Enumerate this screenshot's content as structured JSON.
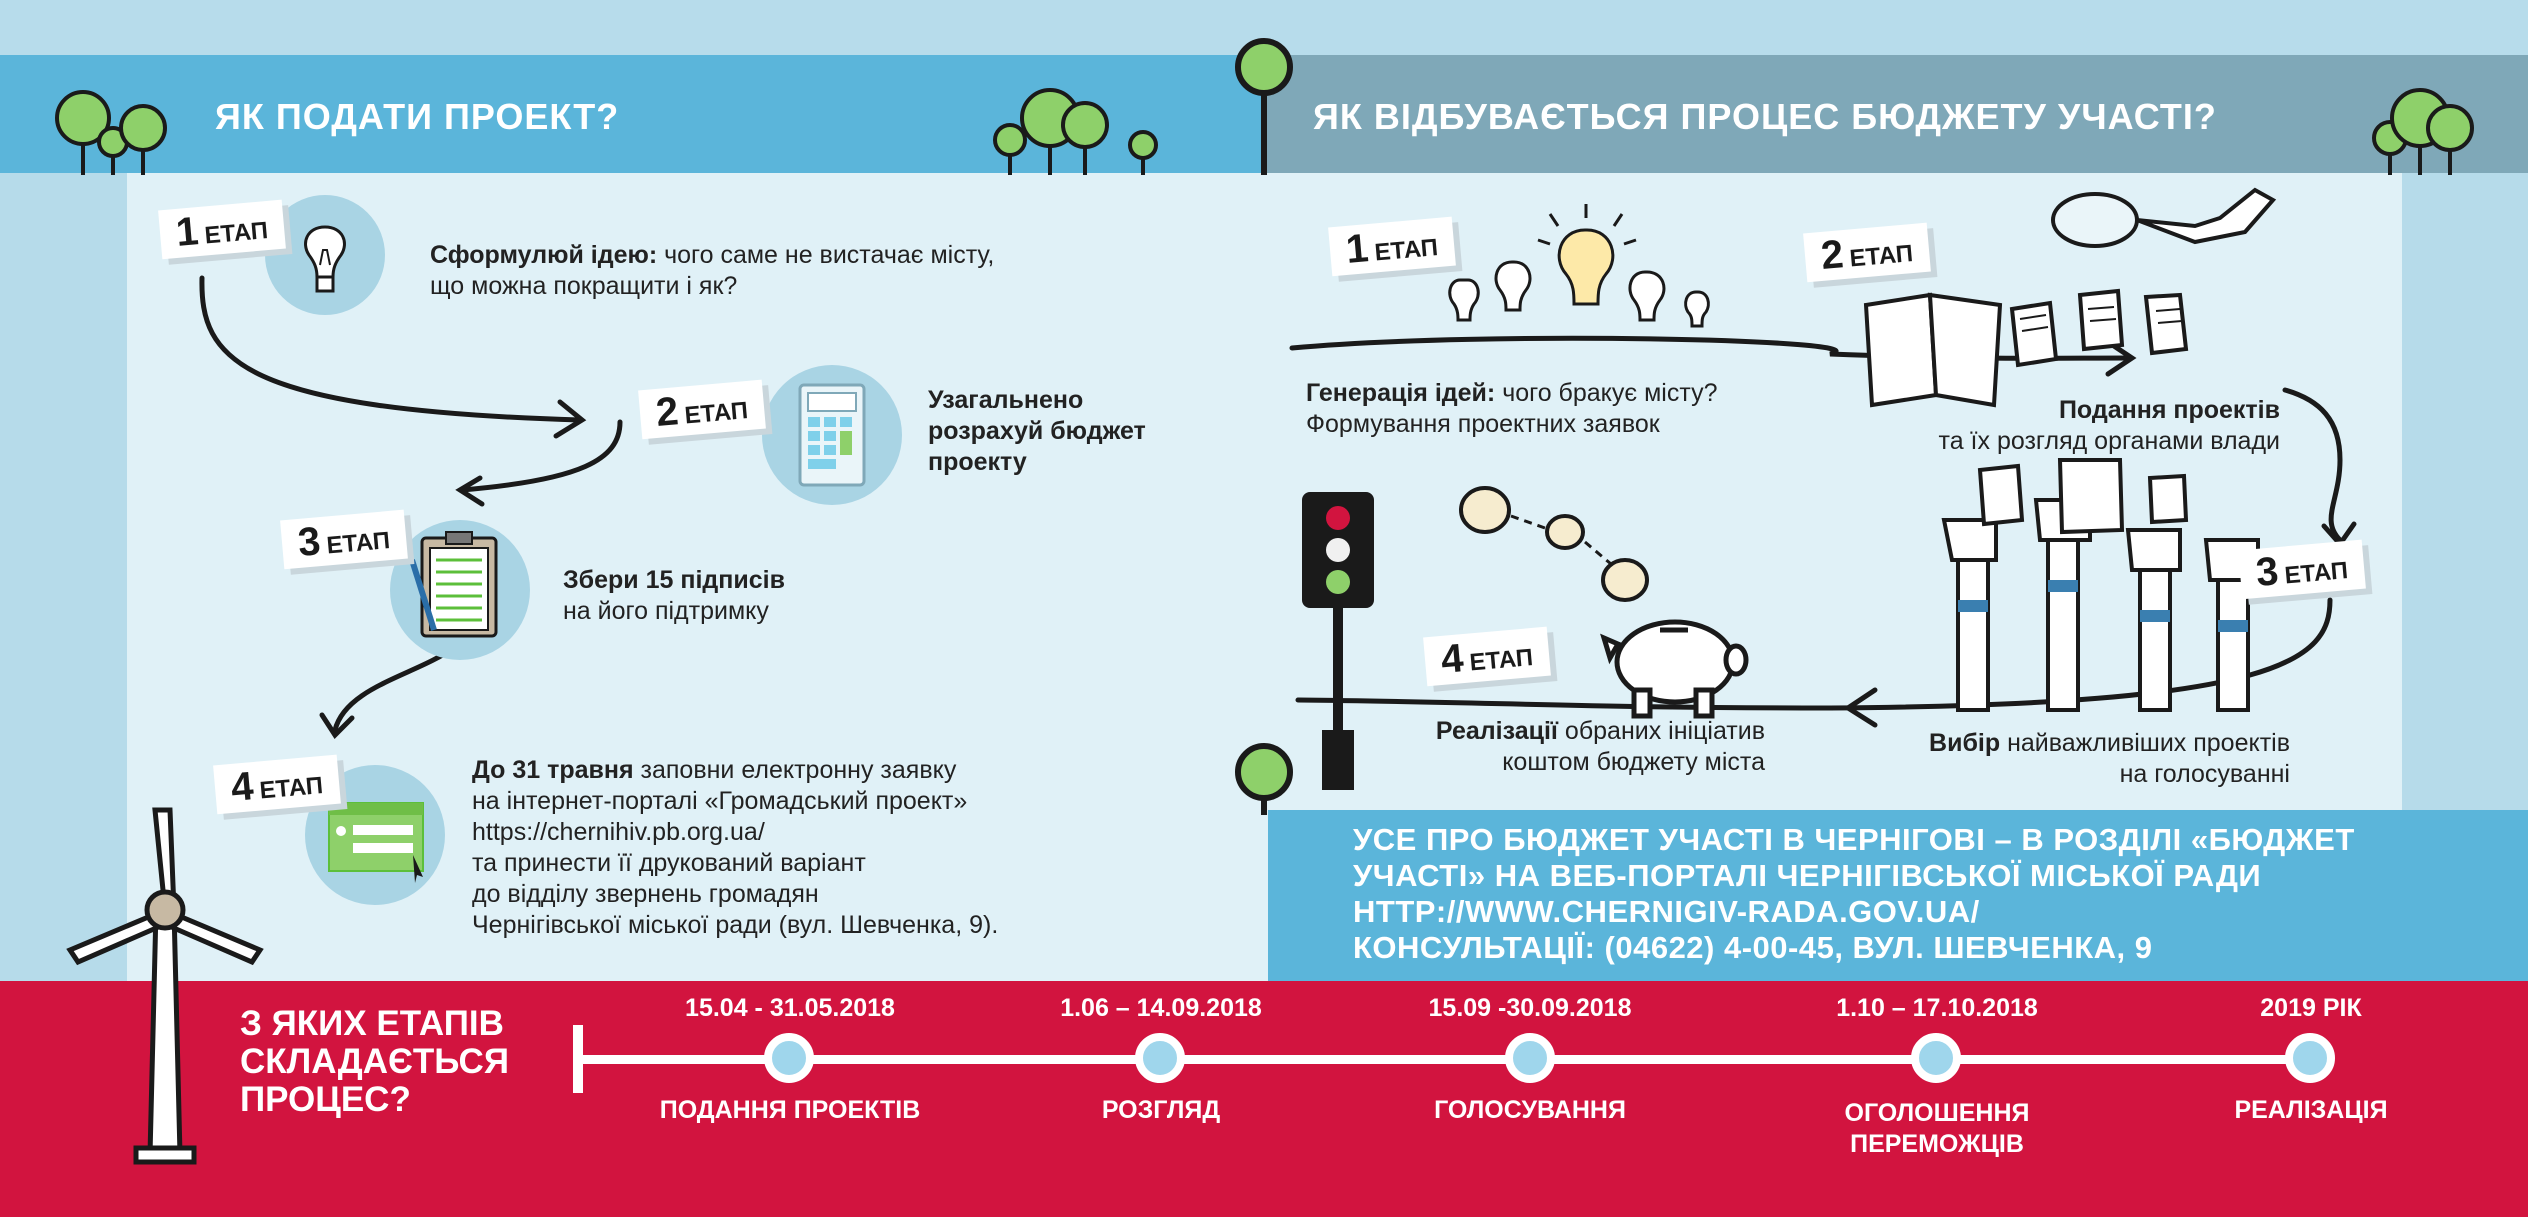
{
  "left_header": {
    "title": "ЯК ПОДАТИ ПРОЕКТ?"
  },
  "right_header": {
    "title": "ЯК ВІДБУВАЄТЬСЯ ПРОЦЕС БЮДЖЕТУ УЧАСТІ?"
  },
  "stage_word": "ЕТАП",
  "left_steps": [
    {
      "num": "1",
      "bold": "Сформулюй ідею:",
      "line1": " чого саме не вистачає місту,",
      "line2": "що можна покращити і як?"
    },
    {
      "num": "2",
      "line1": "Узагальнено",
      "line2": "розрахуй бюджет",
      "line3": "проекту"
    },
    {
      "num": "3",
      "line1": "Збери 15 підписів",
      "line2": "на його підтримку"
    },
    {
      "num": "4",
      "bold": "До 31 травня",
      "line1": " заповни електронну заявку",
      "line2": "на інтернет-порталі «Громадський проект»",
      "line3": "https://chernihiv.pb.org.ua/",
      "line4": "та принести її друкований варіант",
      "line5": "до відділу звернень громадян",
      "line6": "Чернігівської міської ради (вул. Шевченка, 9)."
    }
  ],
  "right_steps": [
    {
      "num": "1",
      "bold": "Генерація ідей:",
      "line1": " чого бракує місту?",
      "line2": "Формування проектних заявок"
    },
    {
      "num": "2",
      "line1": "Подання проектів",
      "line2": "та їх розгляд органами влади"
    },
    {
      "num": "3",
      "bold": "Вибір",
      "line1": " найважливіших проектів",
      "line2": "на голосуванні"
    },
    {
      "num": "4",
      "bold": "Реалізації",
      "line1": " обраних ініціатив",
      "line2": "коштом бюджету міста"
    }
  ],
  "info_box": {
    "line1": "УСЕ ПРО БЮДЖЕТ УЧАСТІ В ЧЕРНІГОВІ – В РОЗДІЛІ «БЮДЖЕТ",
    "line2": "УЧАСТІ» НА ВЕБ-ПОРТАЛІ ЧЕРНІГІВСЬКОЇ МІСЬКОЇ РАДИ",
    "line3": "HTTP://WWW.CHERNIGIV-RADA.GOV.UA/",
    "line4": "КОНСУЛЬТАЦІЇ:  (04622) 4-00-45, ВУЛ. ШЕВЧЕНКА, 9"
  },
  "timeline": {
    "title_line1": "З ЯКИХ ЕТАПІВ",
    "title_line2": "СКЛАДАЄТЬСЯ",
    "title_line3": "ПРОЦЕС?",
    "items": [
      {
        "date": "15.04 - 31.05.2018",
        "label": "ПОДАННЯ ПРОЕКТІВ",
        "label2": ""
      },
      {
        "date": "1.06 – 14.09.2018",
        "label": "РОЗГЛЯД",
        "label2": ""
      },
      {
        "date": "15.09 -30.09.2018",
        "label": "ГОЛОСУВАННЯ",
        "label2": ""
      },
      {
        "date": "1.10 – 17.10.2018",
        "label": "ОГОЛОШЕННЯ",
        "label2": "ПЕРЕМОЖЦІВ"
      },
      {
        "date": "2019 РІК",
        "label": "РЕАЛІЗАЦІЯ",
        "label2": ""
      }
    ]
  },
  "colors": {
    "header_left": "#5bb5da",
    "header_right": "#7fa8b8",
    "panel": "#e0f1f7",
    "timeline": "#d2143f",
    "info": "#5bb5da",
    "tree": "#8ed06a"
  },
  "icons": [
    "lightbulb-icon",
    "calculator-icon",
    "clipboard-icon",
    "web-form-icon",
    "windmill-icon",
    "traffic-light-icon",
    "piggy-bank-icon",
    "coins-icon",
    "documents-icon",
    "magnifier-icon",
    "raised-hands-icon",
    "tree-icon"
  ]
}
